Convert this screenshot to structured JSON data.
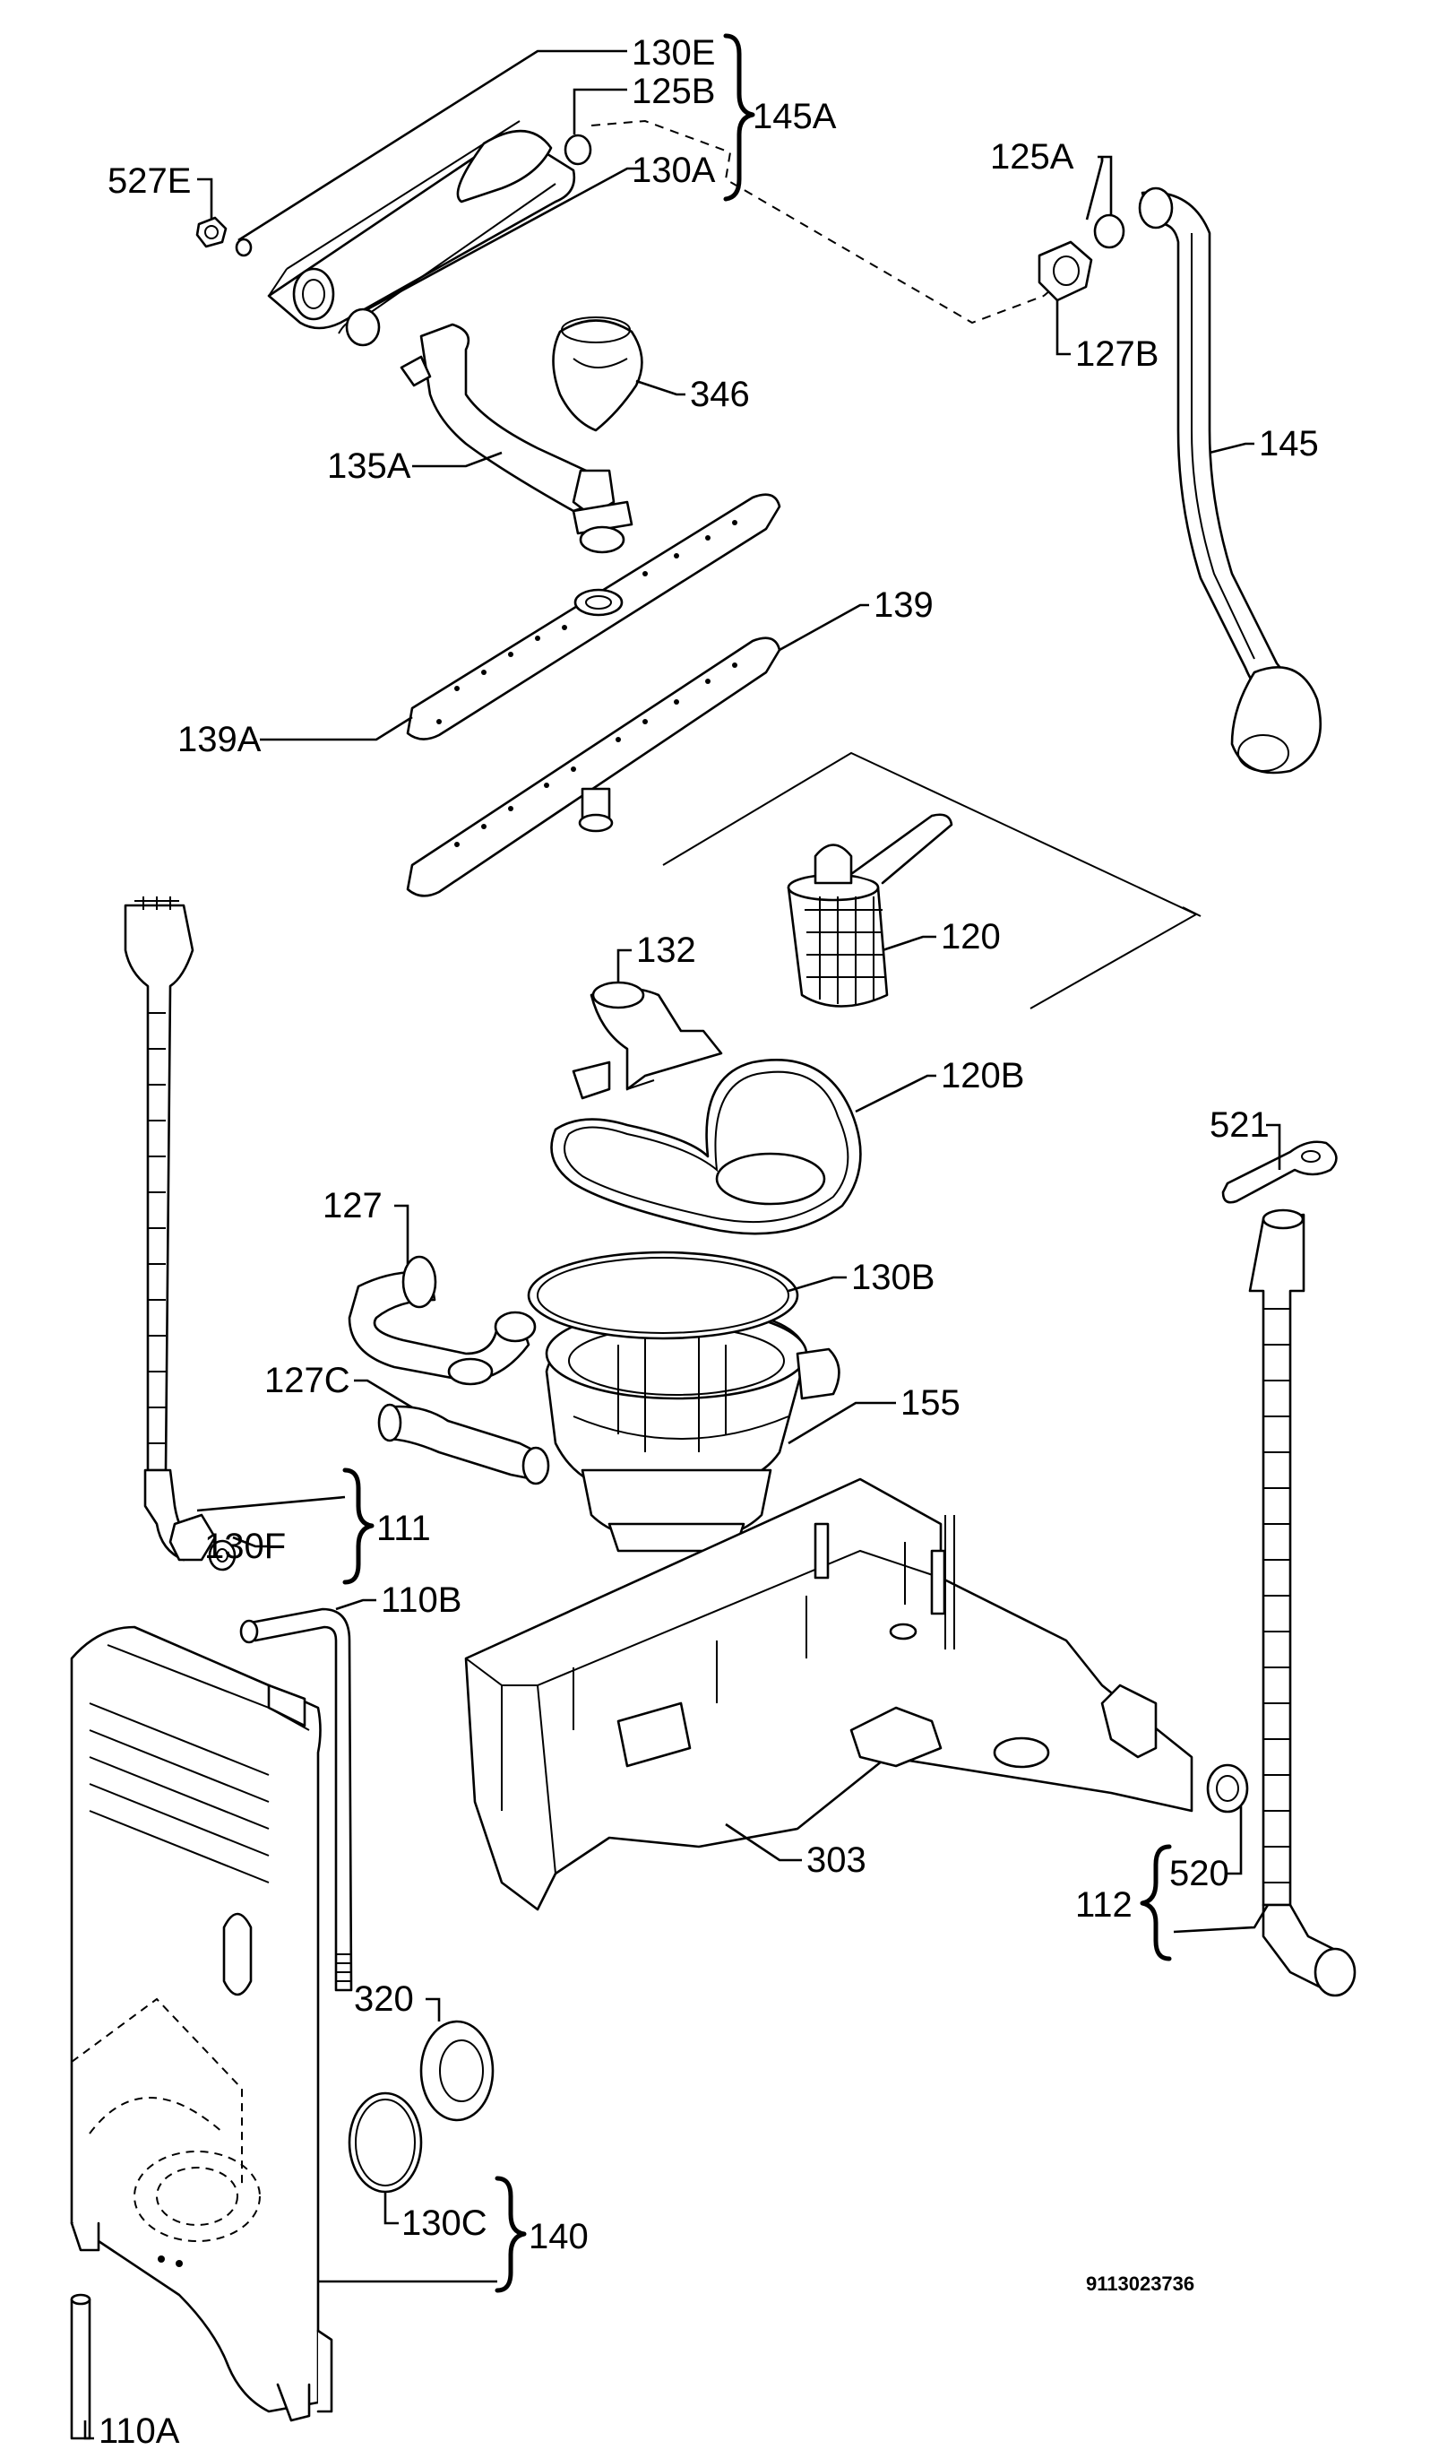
{
  "labels": {
    "p130e": "130E",
    "p125b": "125B",
    "p145a": "145A",
    "p130a": "130A",
    "p527e": "527E",
    "p125a": "125A",
    "p127b": "127B",
    "p346": "346",
    "p135a": "135A",
    "p145": "145",
    "p139": "139",
    "p139a": "139A",
    "p120": "120",
    "p132": "132",
    "p120b": "120B",
    "p521": "521",
    "p127": "127",
    "p130b": "130B",
    "p127c": "127C",
    "p155": "155",
    "p111": "111",
    "p130f": "130F",
    "p110b": "110B",
    "p303": "303",
    "p520": "520",
    "p112": "112",
    "p320": "320",
    "p130c": "130C",
    "p140": "140",
    "p110a": "110A"
  },
  "document_code": "9113023736"
}
